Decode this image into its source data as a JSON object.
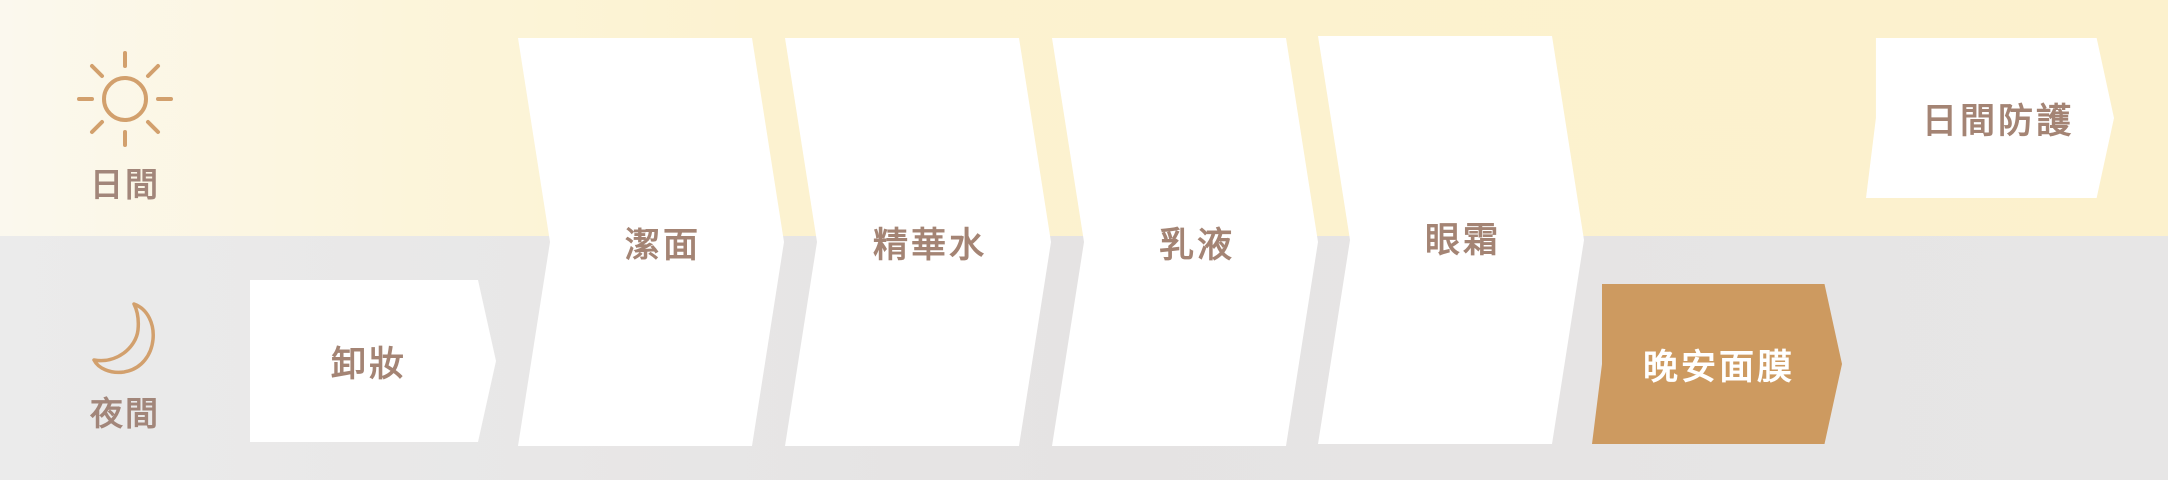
{
  "rows": {
    "day": {
      "label": "日間",
      "icon": "sun-icon"
    },
    "night": {
      "label": "夜間",
      "icon": "moon-icon"
    }
  },
  "steps": {
    "makeup_removal": "卸妝",
    "cleanse": "潔面",
    "toner": "精華水",
    "lotion": "乳液",
    "eye_cream": "眼霜",
    "day_protection": "日間防護",
    "night_mask": "晚安面膜"
  },
  "colors": {
    "day_band": "#fcf1cd",
    "night_band": "#e5e3e3",
    "step_box": "#ffffff",
    "step_text": "#a48474",
    "icon_stroke": "#d2a06d",
    "highlight_step": "#cd9a60"
  }
}
